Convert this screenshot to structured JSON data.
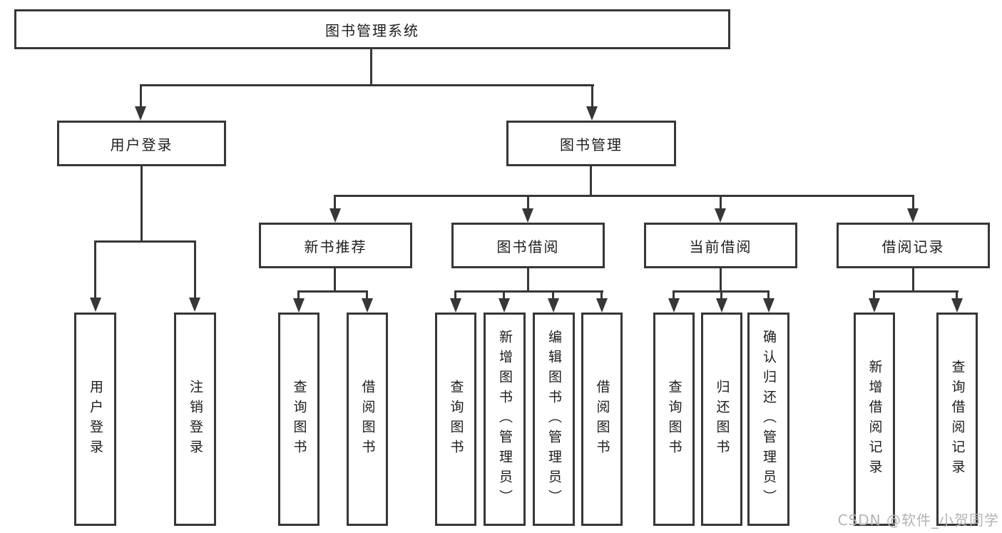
{
  "diagram": {
    "tree": {
      "root": "图书管理系统",
      "branches": [
        {
          "label": "用户登录",
          "children": [
            "用户登录",
            "注销登录"
          ]
        },
        {
          "label": "图书管理",
          "sections": [
            {
              "label": "新书推荐",
              "children": [
                "查询图书",
                "借阅图书"
              ]
            },
            {
              "label": "图书借阅",
              "children": [
                "查询图书",
                "新增图书（管理员）",
                "编辑图书（管理员）",
                "借阅图书"
              ]
            },
            {
              "label": "当前借阅",
              "children": [
                "查询图书",
                "归还图书",
                "确认归还（管理员）"
              ]
            },
            {
              "label": "借阅记录",
              "children": [
                "新增借阅记录",
                "查询借阅记录"
              ]
            }
          ]
        }
      ]
    },
    "watermark": "CSDN @软件_小贺同学",
    "colors": {
      "line": "#373737",
      "text": "#1d1d1d",
      "watermark": "#b4b4b4",
      "background": "#ffffff"
    }
  }
}
